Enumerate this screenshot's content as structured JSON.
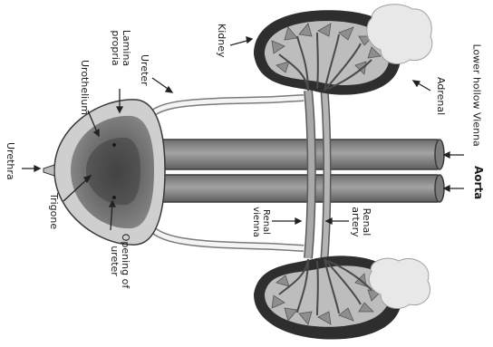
{
  "labels": {
    "lamina_propria": "Lamina\npropria",
    "urothelium": "Urothelium",
    "urethra": "Urethra",
    "trigone": "Trigone",
    "opening_of_ureter": "Opening of\nureter",
    "ureter": "Ureter",
    "kidney": "Kidney",
    "lower_hollow_vienna": "Lower hollow Vienna",
    "adrenal": "Adrenal",
    "aorta": "Aorta",
    "renal_artery": "Renal\nartery",
    "renal_vienna": "Renal\nvienna"
  },
  "colors": {
    "vessel": "#8a8a8a",
    "kidney_outer": "#2e2e2e",
    "kidney_inner": "#b9b9b9",
    "bladder_outer": "#c9c9c9",
    "bladder_inner": "#6f6f6f",
    "adrenal": "#e6e6e6"
  }
}
